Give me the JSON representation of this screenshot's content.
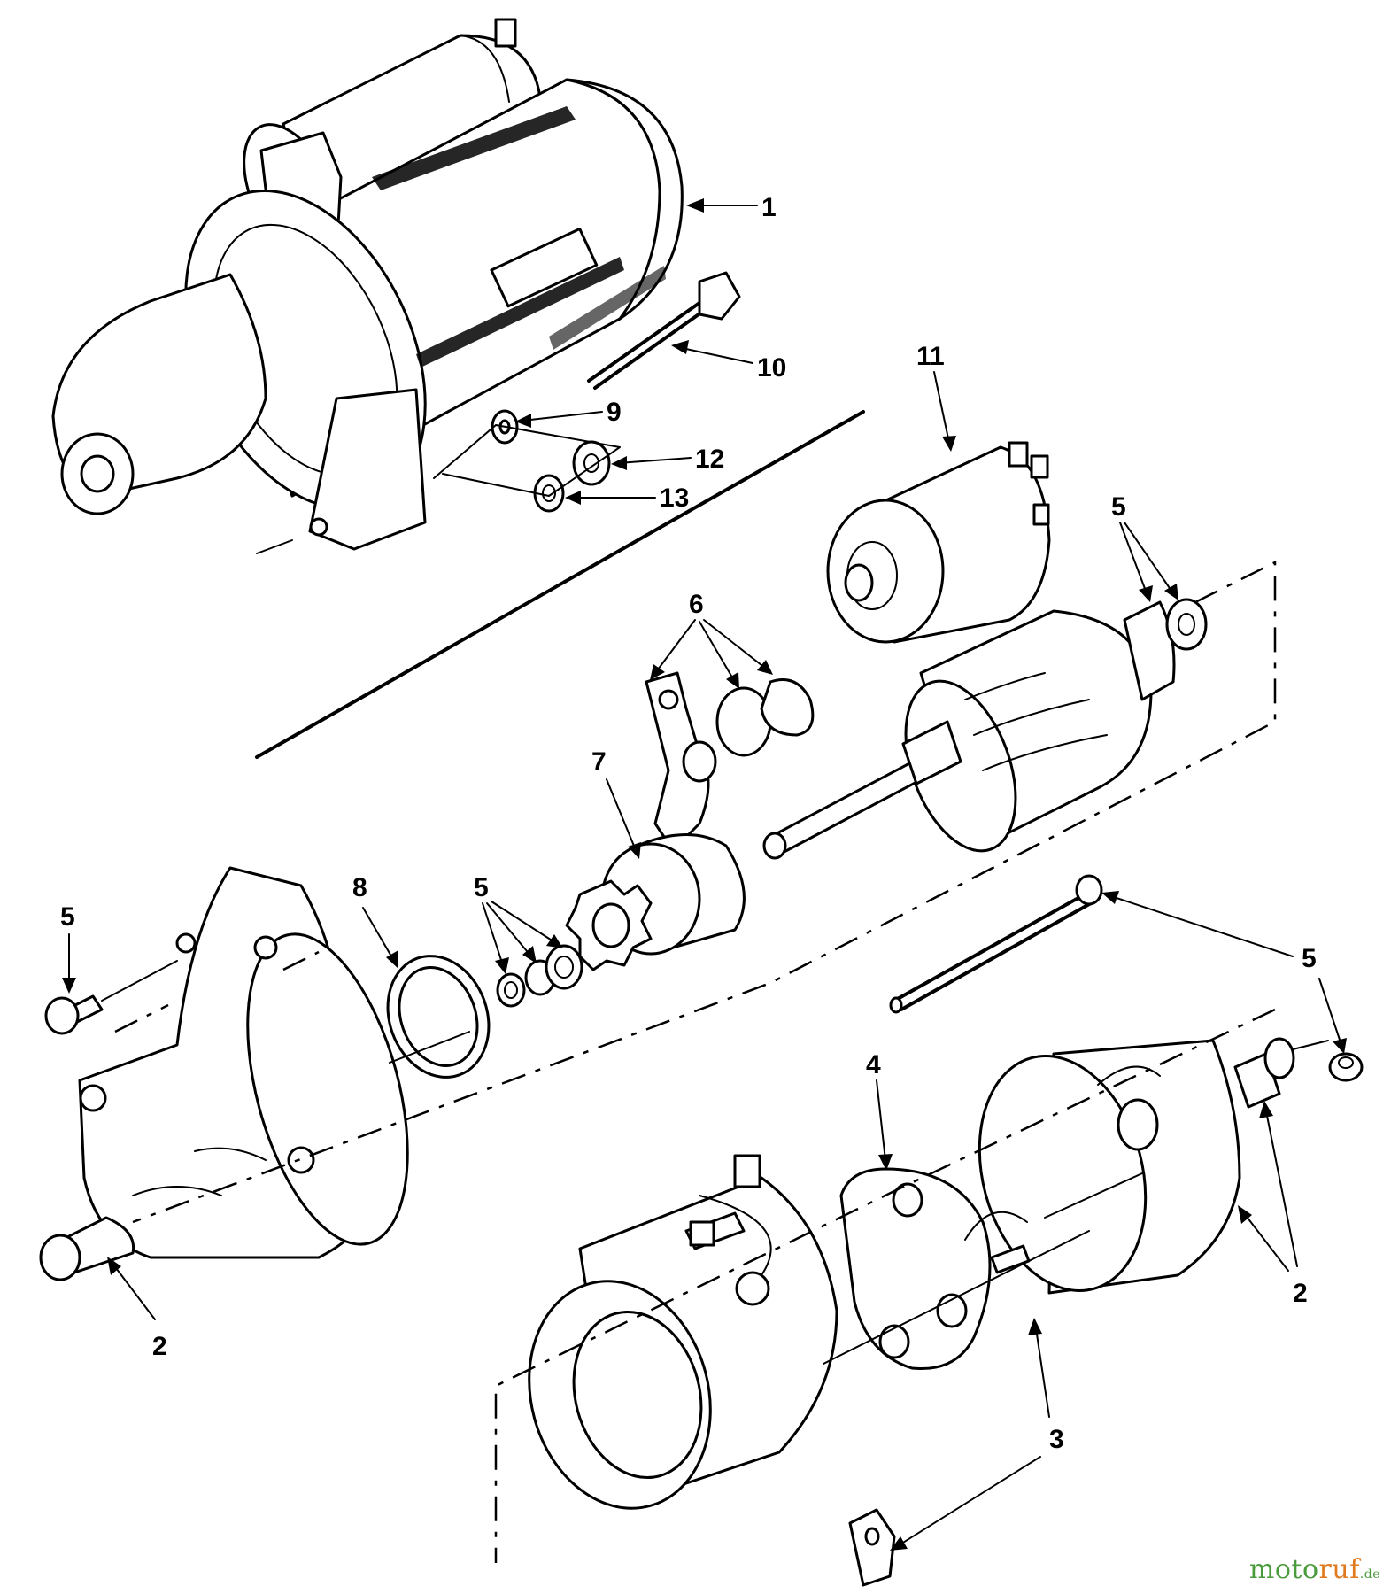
{
  "callouts": [
    {
      "label": "1"
    },
    {
      "label": "10"
    },
    {
      "label": "9"
    },
    {
      "label": "12"
    },
    {
      "label": "13"
    },
    {
      "label": "11"
    },
    {
      "label": "5"
    },
    {
      "label": "6"
    },
    {
      "label": "7"
    },
    {
      "label": "5"
    },
    {
      "label": "8"
    },
    {
      "label": "5"
    },
    {
      "label": "5"
    },
    {
      "label": "4"
    },
    {
      "label": "2"
    },
    {
      "label": "2"
    },
    {
      "label": "3"
    }
  ],
  "watermark": {
    "part_a": "moto",
    "part_b": "ruf",
    "part_c": ".de"
  },
  "colors": {
    "watermark_green": "#4a9b3c",
    "watermark_orange": "#e07a1f"
  }
}
